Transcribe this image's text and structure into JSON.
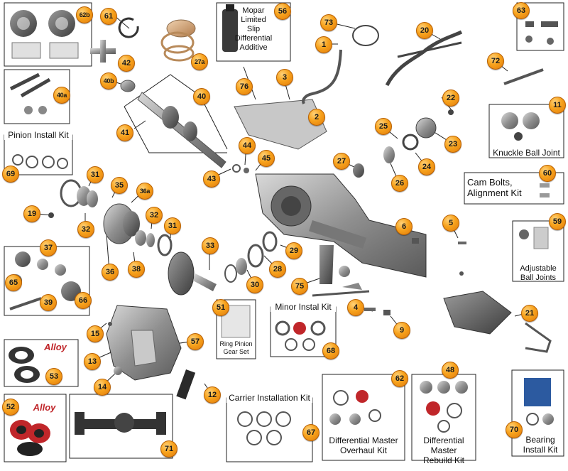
{
  "badges": [
    {
      "id": "b62b",
      "text": "62b"
    },
    {
      "id": "b61",
      "text": "61"
    },
    {
      "id": "b27a",
      "text": "27a"
    },
    {
      "id": "b56",
      "text": "56"
    },
    {
      "id": "b73",
      "text": "73"
    },
    {
      "id": "b1",
      "text": "1"
    },
    {
      "id": "b20",
      "text": "20"
    },
    {
      "id": "b63",
      "text": "63"
    },
    {
      "id": "b42",
      "text": "42"
    },
    {
      "id": "b72",
      "text": "72"
    },
    {
      "id": "b40a",
      "text": "40a"
    },
    {
      "id": "b40b",
      "text": "40b"
    },
    {
      "id": "b40",
      "text": "40"
    },
    {
      "id": "b76",
      "text": "76"
    },
    {
      "id": "b3",
      "text": "3"
    },
    {
      "id": "b2",
      "text": "2"
    },
    {
      "id": "b22",
      "text": "22"
    },
    {
      "id": "b11",
      "text": "11"
    },
    {
      "id": "b41",
      "text": "41"
    },
    {
      "id": "b25",
      "text": "25"
    },
    {
      "id": "b23",
      "text": "23"
    },
    {
      "id": "b44",
      "text": "44"
    },
    {
      "id": "b45",
      "text": "45"
    },
    {
      "id": "b69",
      "text": "69"
    },
    {
      "id": "b43",
      "text": "43"
    },
    {
      "id": "b27",
      "text": "27"
    },
    {
      "id": "b24",
      "text": "24"
    },
    {
      "id": "b26",
      "text": "26"
    },
    {
      "id": "b60",
      "text": "60"
    },
    {
      "id": "b31a",
      "text": "31"
    },
    {
      "id": "b35",
      "text": "35"
    },
    {
      "id": "b36a",
      "text": "36a"
    },
    {
      "id": "b19",
      "text": "19"
    },
    {
      "id": "b32a",
      "text": "32"
    },
    {
      "id": "b32b",
      "text": "32"
    },
    {
      "id": "b31b",
      "text": "31"
    },
    {
      "id": "b6",
      "text": "6"
    },
    {
      "id": "b5",
      "text": "5"
    },
    {
      "id": "b59",
      "text": "59"
    },
    {
      "id": "b37",
      "text": "37"
    },
    {
      "id": "b33",
      "text": "33"
    },
    {
      "id": "b29",
      "text": "29"
    },
    {
      "id": "b36",
      "text": "36"
    },
    {
      "id": "b38",
      "text": "38"
    },
    {
      "id": "b28",
      "text": "28"
    },
    {
      "id": "b65",
      "text": "65"
    },
    {
      "id": "b30",
      "text": "30"
    },
    {
      "id": "b75",
      "text": "75"
    },
    {
      "id": "b39",
      "text": "39"
    },
    {
      "id": "b66",
      "text": "66"
    },
    {
      "id": "b4",
      "text": "4"
    },
    {
      "id": "b9",
      "text": "9"
    },
    {
      "id": "b21",
      "text": "21"
    },
    {
      "id": "b51",
      "text": "51"
    },
    {
      "id": "b15",
      "text": "15"
    },
    {
      "id": "b57",
      "text": "57"
    },
    {
      "id": "b13",
      "text": "13"
    },
    {
      "id": "b68",
      "text": "68"
    },
    {
      "id": "b53",
      "text": "53"
    },
    {
      "id": "b14",
      "text": "14"
    },
    {
      "id": "b12",
      "text": "12"
    },
    {
      "id": "b62",
      "text": "62"
    },
    {
      "id": "b48",
      "text": "48"
    },
    {
      "id": "b52",
      "text": "52"
    },
    {
      "id": "b67",
      "text": "67"
    },
    {
      "id": "b71",
      "text": "71"
    },
    {
      "id": "b70",
      "text": "70"
    }
  ],
  "labels": {
    "mopar": "Mopar\nLimited\nSlip\nDifferential\nAdditive",
    "pinion_install_kit": "Pinion Install Kit",
    "knuckle_ball_joint": "Knuckle Ball Joint",
    "cam_bolts": "Cam Bolts,\nAlignment Kit",
    "adjustable_ball_joints": "Adjustable\nBall Joints",
    "minor_install_kit": "Minor Instal Kit",
    "ring_pinion_gear_set": "Ring Pinion\nGear Set",
    "carrier_installation_kit": "Carrier Installation Kit",
    "differential_master_overhaul_kit": "Differential Master\nOverhaul Kit",
    "differential_master_rebuild_kit": "Differential Master\nRebuild Kit",
    "bearing_install_kit": "Bearing\nInstall Kit",
    "alloy_1": "Alloy",
    "alloy_2": "Alloy"
  },
  "colors": {
    "badge": "#f7a21c",
    "badge_border": "#b85f00",
    "line": "#222222",
    "part": "#8a8a8a",
    "part_dark": "#4a4a4a",
    "seal_red": "#c0262a"
  }
}
